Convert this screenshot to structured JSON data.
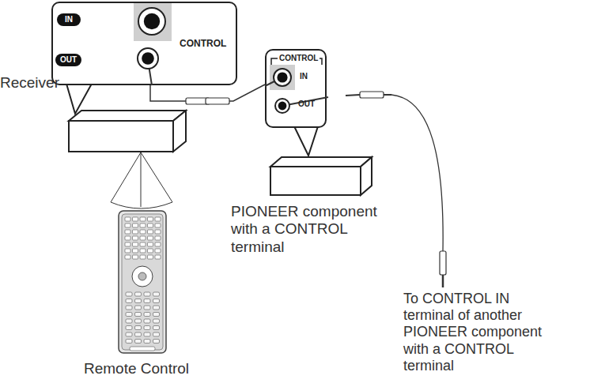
{
  "diagram": {
    "nodes": [
      {
        "text": [
          "IN",
          "OUT",
          "CONTROL"
        ]
      },
      {
        "text": [
          "CONTROL",
          "IN",
          "OUT"
        ]
      },
      {
        "text": [
          "Receiver"
        ]
      },
      {
        "text": [
          "PIONEER component with a CONTROL terminal"
        ]
      },
      {
        "text": [
          "Remote Control"
        ]
      }
    ],
    "edges": [
      {
        "from": 0,
        "to": 1,
        "arrow": "none"
      }
    ],
    "labels": [
      "To CONTROL IN terminal of another PIONEER component with a CONTROL terminal"
    ]
  }
}
